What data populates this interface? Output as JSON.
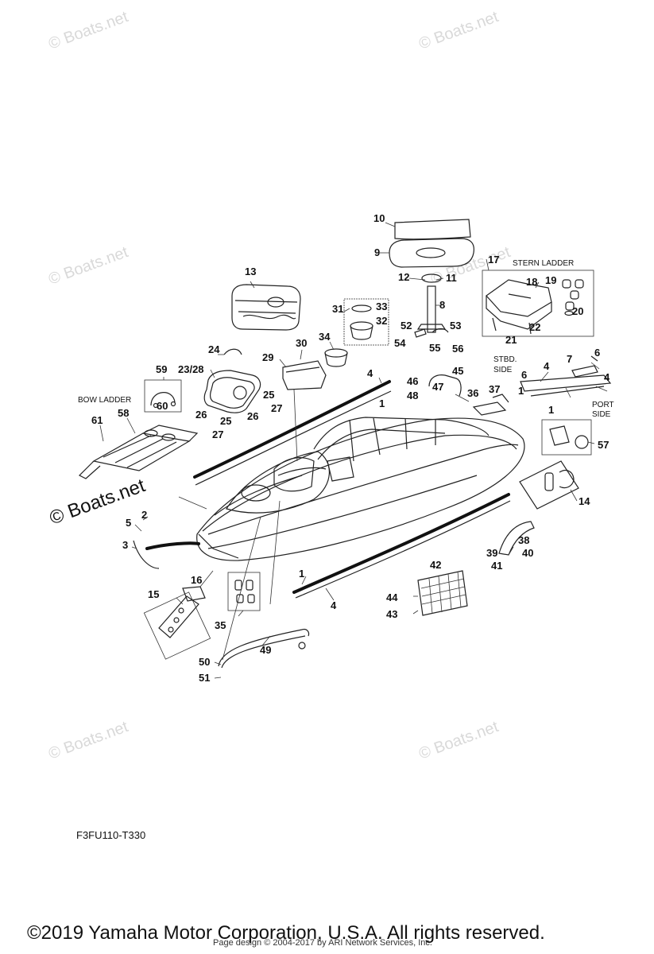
{
  "watermarks": {
    "tl": "© Boats.net",
    "tr": "© Boats.net",
    "ml": "© Boats.net",
    "mr": "© Boats.net",
    "big": "© Boats.net",
    "bl": "© Boats.net",
    "br": "© Boats.net"
  },
  "labels": {
    "bow_ladder": "BOW LADDER",
    "stern_ladder": "STERN LADDER",
    "stbd": "STBD.",
    "stbd_side": "SIDE",
    "port": "PORT",
    "port_side": "SIDE"
  },
  "callouts": {
    "c1a": "1",
    "c1b": "1",
    "c1c": "1",
    "c1d": "1",
    "c2": "2",
    "c3": "3",
    "c4a": "4",
    "c4b": "4",
    "c4c": "4",
    "c4d": "4",
    "c5": "5",
    "c6a": "6",
    "c6b": "6",
    "c7": "7",
    "c8": "8",
    "c9": "9",
    "c10": "10",
    "c11": "11",
    "c12": "12",
    "c13": "13",
    "c14": "14",
    "c15": "15",
    "c16": "16",
    "c17": "17",
    "c18": "18",
    "c19": "19",
    "c20": "20",
    "c21": "21",
    "c22": "22",
    "c23": "23/28",
    "c24": "24",
    "c25a": "25",
    "c25b": "25",
    "c26a": "26",
    "c26b": "26",
    "c27a": "27",
    "c27b": "27",
    "c29": "29",
    "c30": "30",
    "c31": "31",
    "c32": "32",
    "c33": "33",
    "c34": "34",
    "c35": "35",
    "c36": "36",
    "c37": "37",
    "c38": "38",
    "c39": "39",
    "c40": "40",
    "c41": "41",
    "c42": "42",
    "c43": "43",
    "c44": "44",
    "c45": "45",
    "c46": "46",
    "c47": "47",
    "c48": "48",
    "c49": "49",
    "c50": "50",
    "c51": "51",
    "c52": "52",
    "c53": "53",
    "c54": "54",
    "c55": "55",
    "c56": "56",
    "c57": "57",
    "c58": "58",
    "c59": "59",
    "c60": "60",
    "c61": "61"
  },
  "diagram_code": "F3FU110-T330",
  "copyright": "©2019 Yamaha Motor Corporation, U.S.A. All rights reserved.",
  "page_design": "Page design © 2004-2017 by ARI Network Services, Inc."
}
